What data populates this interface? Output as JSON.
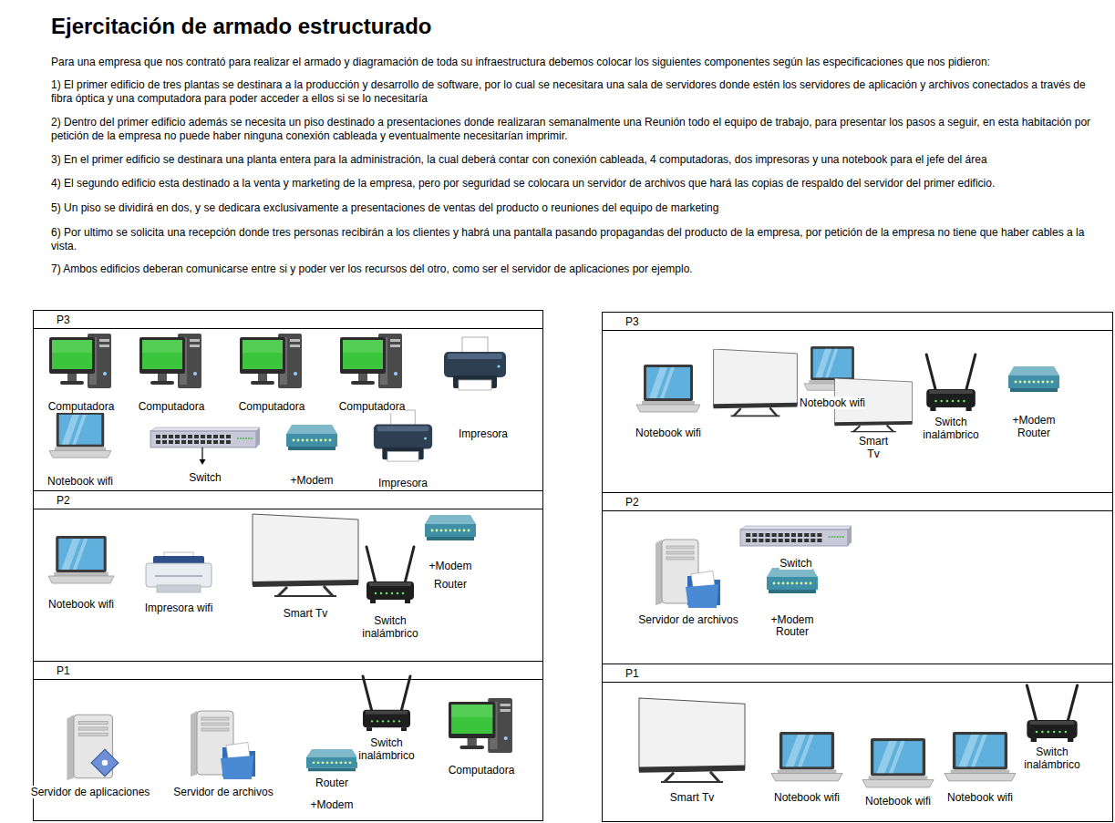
{
  "diagram": {
    "title": "Ejercitación de armado estructurado",
    "nodes": [
      {
        "text": [
          "P3"
        ]
      },
      {
        "text": [
          "Computadora"
        ],
        "in": 0
      },
      {
        "text": [
          "Computadora"
        ],
        "in": 0
      },
      {
        "text": [
          "Computadora"
        ],
        "in": 0
      },
      {
        "text": [
          "Computadora"
        ],
        "in": 0
      },
      {
        "text": [
          "Impresora"
        ],
        "in": 0
      },
      {
        "text": [
          "Notebook wifi"
        ],
        "in": 0
      },
      {
        "text": [
          "Switch"
        ],
        "in": 0
      },
      {
        "text": [
          "+Modem"
        ],
        "in": 0
      },
      {
        "text": [
          "Impresora"
        ],
        "in": 0
      },
      {
        "text": [
          "P2"
        ]
      },
      {
        "text": [
          "Notebook wifi"
        ],
        "in": 10
      },
      {
        "text": [
          "Impresora wifi"
        ],
        "in": 10
      },
      {
        "text": [
          "Smart Tv"
        ],
        "in": 10
      },
      {
        "text": [
          "Switch inalámbrico"
        ],
        "in": 10
      },
      {
        "text": [
          "+Modem Router"
        ],
        "in": 10
      },
      {
        "text": [
          "P1"
        ]
      },
      {
        "text": [
          "Servidor de aplicaciones"
        ],
        "in": 16
      },
      {
        "text": [
          "Servidor de archivos"
        ],
        "in": 16
      },
      {
        "text": [
          "Switch inalámbrico"
        ],
        "in": 16
      },
      {
        "text": [
          "Router",
          "+Modem"
        ],
        "in": 16
      },
      {
        "text": [
          "Computadora"
        ],
        "in": 16
      },
      {
        "text": [
          "P3"
        ]
      },
      {
        "text": [
          "Notebook wifi"
        ],
        "in": 22
      },
      {
        "text": [
          "Notebook wifi"
        ],
        "in": 22
      },
      {
        "text": [
          "Smart Tv"
        ],
        "in": 22
      },
      {
        "text": [
          "Switch inalámbrico"
        ],
        "in": 22
      },
      {
        "text": [
          "+Modem Router"
        ],
        "in": 22
      },
      {
        "text": [
          "P2"
        ]
      },
      {
        "text": [
          "Servidor de archivos"
        ],
        "in": 28
      },
      {
        "text": [
          "Switch"
        ],
        "in": 28
      },
      {
        "text": [
          "+Modem Router"
        ],
        "in": 28
      },
      {
        "text": [
          "P1"
        ]
      },
      {
        "text": [
          "Smart Tv"
        ],
        "in": 32
      },
      {
        "text": [
          "Notebook wifi"
        ],
        "in": 32
      },
      {
        "text": [
          "Notebook wifi"
        ],
        "in": 32
      },
      {
        "text": [
          "Notebook wifi"
        ],
        "in": 32
      },
      {
        "text": [
          "Switch inalámbrico"
        ],
        "in": 32
      }
    ],
    "labels": [
      "Para una empresa que nos contrató para realizar el armado y diagramación de toda su infraestructura debemos colocar los siguientes componentes según las especificaciones que nos pidieron:",
      "1) El primer edificio de tres plantas se destinara a la producción y desarrollo de software, por lo cual se necesitara una sala de servidores donde estén los servidores de aplicación y archivos conectados a través de fibra óptica y una computadora para poder acceder a ellos si se lo necesitaría",
      "2) Dentro del primer edificio además se necesita un piso destinado a presentaciones donde realizaran semanalmente una Reunión todo el equipo de trabajo, para presentar los pasos a seguir, en esta habitación por petición de la empresa no puede haber ninguna conexión cableada y eventualmente necesitarían imprimir.",
      "3) En el primer edificio se destinara una planta entera para la administración, la cual deberá contar con conexión cableada, 4 computadoras, dos impresoras y una notebook para el jefe del área",
      "4) El segundo edificio esta destinado a la venta y marketing de la empresa, pero por seguridad se colocara un servidor de archivos que hará las copias de respaldo del servidor del primer edificio.",
      "5) Un piso se dividirá en dos, y se dedicara exclusivamente a presentaciones de ventas del producto o reuniones del equipo de marketing",
      "6) Por ultimo se solicita una recepción donde tres personas recibirán a los clientes y habrá una pantalla pasando propagandas del producto de la empresa, por petición de la empresa no tiene que haber cables a la vista.",
      "7) Ambos edificios deberan comunicarse entre si y poder ver los recursos del otro, como ser el servidor de aplicaciones por ejemplo."
    ]
  }
}
